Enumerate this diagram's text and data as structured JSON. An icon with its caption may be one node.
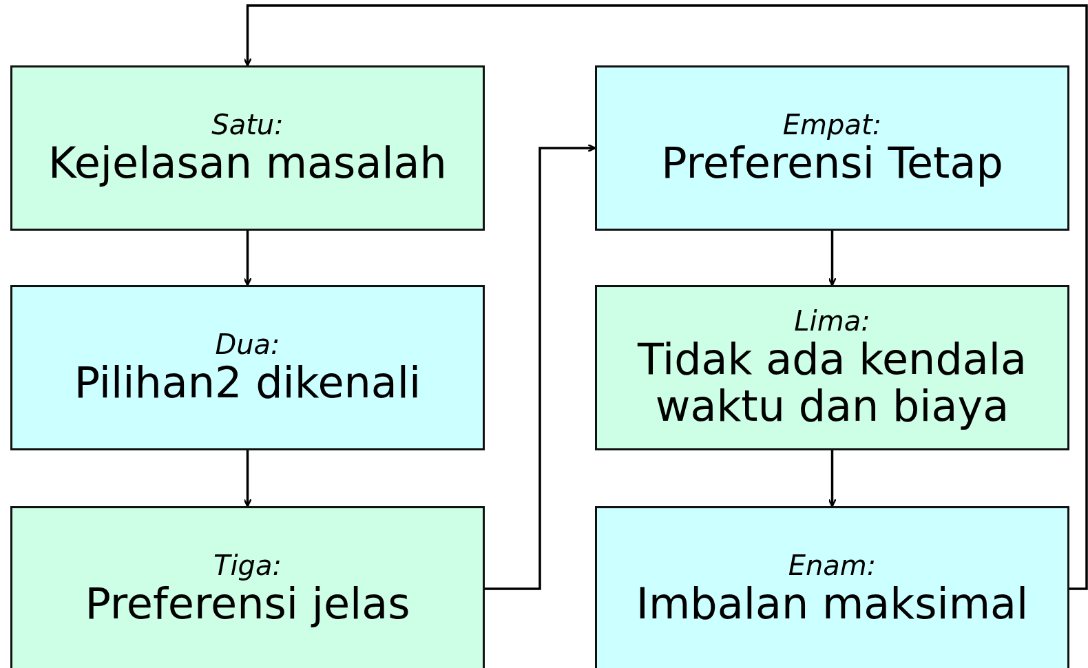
{
  "diagram": {
    "nodes": [
      {
        "text": [
          "Satu:",
          "Kejelasan masalah"
        ]
      },
      {
        "text": [
          "Dua:",
          "Pilihan2 dikenali"
        ]
      },
      {
        "text": [
          "Tiga:",
          "Preferensi jelas"
        ]
      },
      {
        "text": [
          "Empat:",
          "Preferensi Tetap"
        ]
      },
      {
        "text": [
          "Lima:",
          "Tidak ada kendala waktu dan biaya"
        ]
      },
      {
        "text": [
          "Enam:",
          "Imbalan maksimal"
        ]
      }
    ],
    "edges": [
      {
        "from": 0,
        "to": 1,
        "arrow": "to"
      },
      {
        "from": 1,
        "to": 2,
        "arrow": "to"
      },
      {
        "from": 2,
        "to": 3,
        "arrow": "to"
      },
      {
        "from": 3,
        "to": 4,
        "arrow": "to"
      },
      {
        "from": 4,
        "to": 5,
        "arrow": "to"
      },
      {
        "from": 5,
        "to": 0,
        "arrow": "to"
      }
    ]
  }
}
